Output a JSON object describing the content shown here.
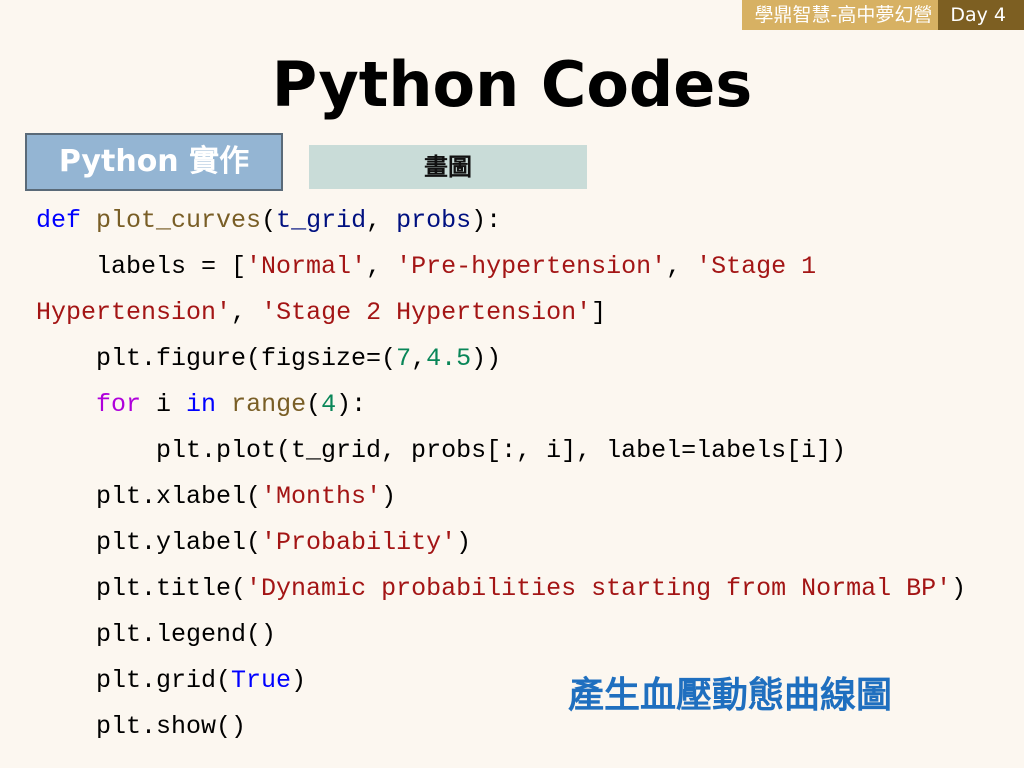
{
  "header": {
    "org": "學鼎智慧-高中夢幻營",
    "day": "Day 4"
  },
  "title": "Python Codes",
  "tags": {
    "section": "Python 實作",
    "topic": "畫圖"
  },
  "note": "產生血壓動態曲線圖",
  "colors": {
    "kw": "#0000ff",
    "ctrl": "#af00db",
    "fn": "#795e26",
    "param": "#001080",
    "str": "#a31515",
    "num": "#098658",
    "txt": "#000000"
  },
  "code_lines": [
    [
      [
        "def",
        "kw"
      ],
      [
        " ",
        "txt"
      ],
      [
        "plot_curves",
        "fn"
      ],
      [
        "(",
        "txt"
      ],
      [
        "t_grid",
        "param"
      ],
      [
        ", ",
        "txt"
      ],
      [
        "probs",
        "param"
      ],
      [
        "):",
        "txt"
      ]
    ],
    [
      [
        "    labels = [",
        "txt"
      ],
      [
        "'Normal'",
        "str"
      ],
      [
        ", ",
        "txt"
      ],
      [
        "'Pre-hypertension'",
        "str"
      ],
      [
        ", ",
        "txt"
      ],
      [
        "'Stage 1",
        "str"
      ]
    ],
    [
      [
        "Hypertension'",
        "str"
      ],
      [
        ", ",
        "txt"
      ],
      [
        "'Stage 2 Hypertension'",
        "str"
      ],
      [
        "]",
        "txt"
      ]
    ],
    [
      [
        "    plt.figure(figsize=(",
        "txt"
      ],
      [
        "7",
        "num"
      ],
      [
        ",",
        "txt"
      ],
      [
        "4.5",
        "num"
      ],
      [
        "))",
        "txt"
      ]
    ],
    [
      [
        "    ",
        "txt"
      ],
      [
        "for",
        "ctrl"
      ],
      [
        " i ",
        "txt"
      ],
      [
        "in",
        "kw"
      ],
      [
        " ",
        "txt"
      ],
      [
        "range",
        "fn"
      ],
      [
        "(",
        "txt"
      ],
      [
        "4",
        "num"
      ],
      [
        "):",
        "txt"
      ]
    ],
    [
      [
        "        plt.plot(t_grid, probs[:, i], label=labels[i])",
        "txt"
      ]
    ],
    [
      [
        "    plt.xlabel(",
        "txt"
      ],
      [
        "'Months'",
        "str"
      ],
      [
        ")",
        "txt"
      ]
    ],
    [
      [
        "    plt.ylabel(",
        "txt"
      ],
      [
        "'Probability'",
        "str"
      ],
      [
        ")",
        "txt"
      ]
    ],
    [
      [
        "    plt.title(",
        "txt"
      ],
      [
        "'Dynamic probabilities starting from Normal BP'",
        "str"
      ],
      [
        ")",
        "txt"
      ]
    ],
    [
      [
        "    plt.legend()",
        "txt"
      ]
    ],
    [
      [
        "    plt.grid(",
        "txt"
      ],
      [
        "True",
        "kw"
      ],
      [
        ")",
        "txt"
      ]
    ],
    [
      [
        "    plt.show()",
        "txt"
      ]
    ]
  ]
}
